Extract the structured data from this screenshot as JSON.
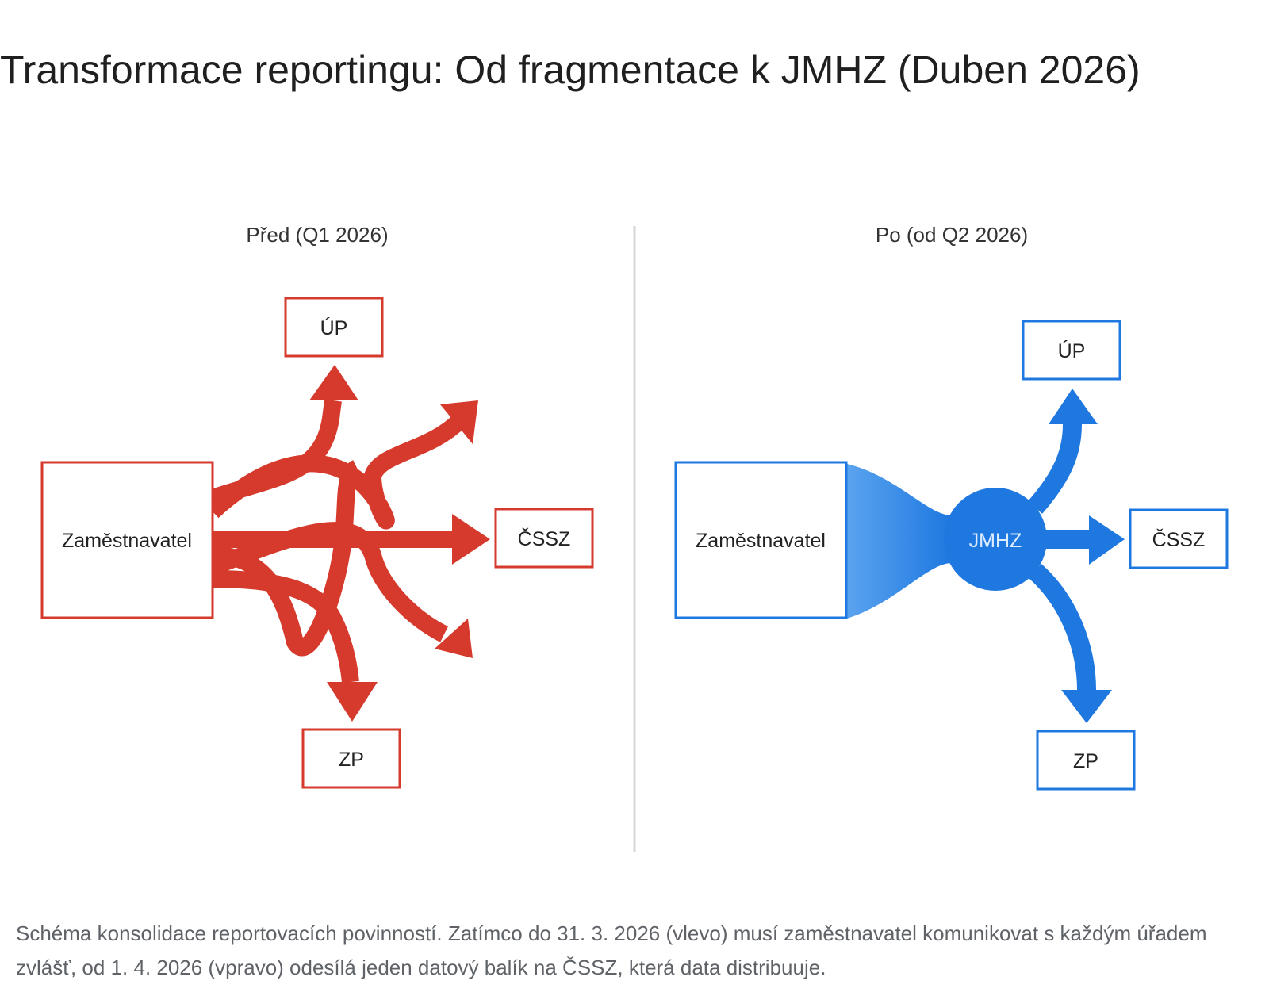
{
  "title": "Transformace reportingu: Od fragmentace k JMHZ (Duben 2026)",
  "diagram": {
    "before": {
      "heading": "Před (Q1 2026)",
      "source": "Zaměstnavatel",
      "targets": {
        "up": "ÚP",
        "cssz": "ČSSZ",
        "zp": "ZP"
      },
      "color": "#d63a2c"
    },
    "after": {
      "heading": "Po (od Q2 2026)",
      "source": "Zaměstnavatel",
      "hub": "JMHZ",
      "targets": {
        "up": "ÚP",
        "cssz": "ČSSZ",
        "zp": "ZP"
      },
      "color": "#1e78e0"
    }
  },
  "caption": "Schéma konsolidace reportovacích povinností. Zatímco do 31. 3. 2026 (vlevo) musí zaměstnavatel komunikovat s každým úřadem zvlášť, od 1. 4. 2026 (vpravo) odesílá jeden datový balík na ČSSZ, která data distribuuje."
}
